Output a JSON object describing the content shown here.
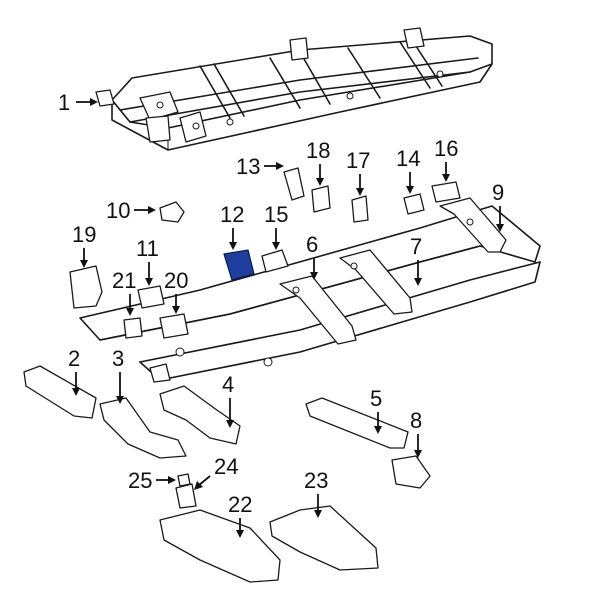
{
  "diagram": {
    "highlight_color": "#1f3f9f",
    "callouts": [
      {
        "id": "c1",
        "label": "1"
      },
      {
        "id": "c2",
        "label": "2"
      },
      {
        "id": "c3",
        "label": "3"
      },
      {
        "id": "c4",
        "label": "4"
      },
      {
        "id": "c5",
        "label": "5"
      },
      {
        "id": "c6",
        "label": "6"
      },
      {
        "id": "c7",
        "label": "7"
      },
      {
        "id": "c8",
        "label": "8"
      },
      {
        "id": "c9",
        "label": "9"
      },
      {
        "id": "c10",
        "label": "10"
      },
      {
        "id": "c11",
        "label": "11"
      },
      {
        "id": "c12",
        "label": "12"
      },
      {
        "id": "c13",
        "label": "13"
      },
      {
        "id": "c14",
        "label": "14"
      },
      {
        "id": "c15",
        "label": "15"
      },
      {
        "id": "c16",
        "label": "16"
      },
      {
        "id": "c17",
        "label": "17"
      },
      {
        "id": "c18",
        "label": "18"
      },
      {
        "id": "c19",
        "label": "19"
      },
      {
        "id": "c20",
        "label": "20"
      },
      {
        "id": "c21",
        "label": "21"
      },
      {
        "id": "c22",
        "label": "22"
      },
      {
        "id": "c23",
        "label": "23"
      },
      {
        "id": "c24",
        "label": "24"
      },
      {
        "id": "c25",
        "label": "25"
      }
    ]
  }
}
